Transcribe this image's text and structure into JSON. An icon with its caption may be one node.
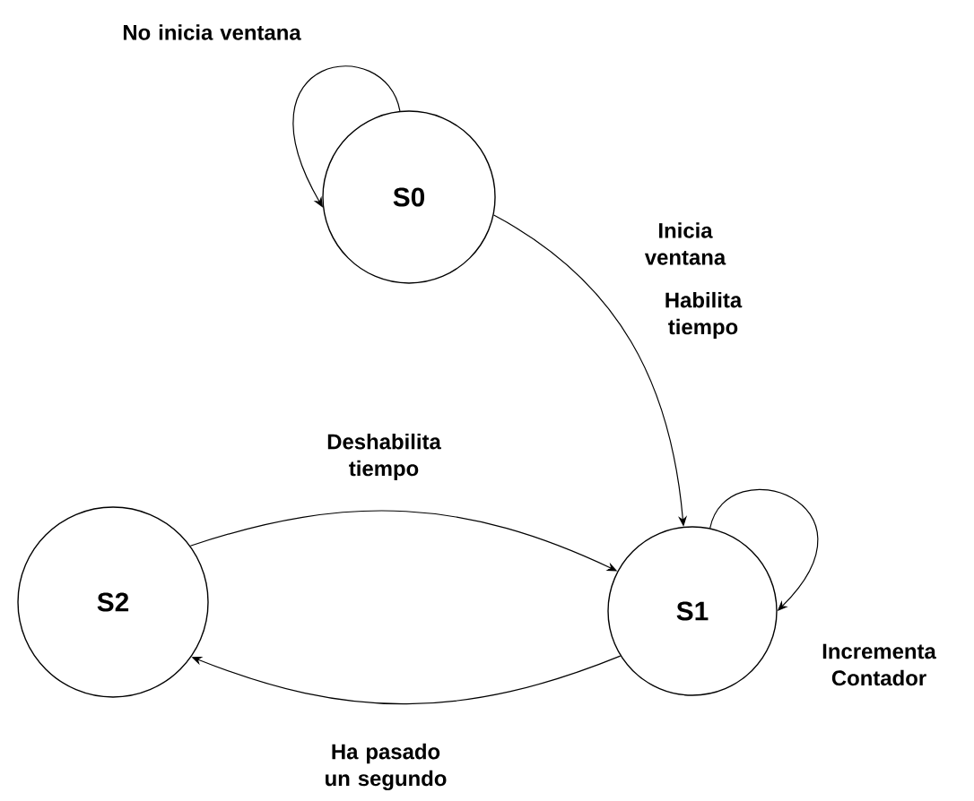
{
  "diagram": {
    "nodes": [
      {
        "text": [
          "S0"
        ]
      },
      {
        "text": [
          "S1"
        ]
      },
      {
        "text": [
          "S2"
        ]
      }
    ],
    "edges": [
      {
        "from": 0,
        "to": 0,
        "arrow": "to",
        "label": "No inicia ventana"
      },
      {
        "from": 0,
        "to": 1,
        "arrow": "to",
        "label": "Inicia ventana"
      },
      {
        "from": 1,
        "to": 1,
        "arrow": "to",
        "label": "Incrementa Contador"
      },
      {
        "from": 2,
        "to": 1,
        "arrow": "to",
        "label": "Deshabilita tiempo"
      },
      {
        "from": 1,
        "to": 2,
        "arrow": "to",
        "label": "Ha pasado un segundo"
      }
    ],
    "labels": [
      "Habilita tiempo"
    ]
  }
}
